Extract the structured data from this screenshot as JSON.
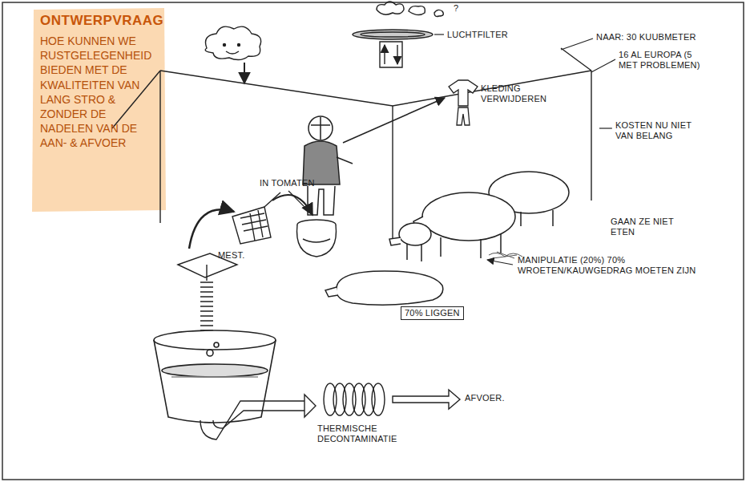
{
  "diagram": {
    "nodes": [
      {
        "text": [
          "ONTWERPVRAAG",
          "HOE KUNNEN WE RUSTGELEGENHEID BIEDEN MET DE KWALITEITEN VAN LANG STRO & ZONDER DE NADELEN VAN DE AAN- & AFVOER"
        ]
      }
    ],
    "labels": [
      "?",
      "LUCHTFILTER",
      "NAAR: 30 KUUBMETER",
      "16 AL EUROPA (5 MET PROBLEMEN)",
      "KLEDING VERWIJDEREN",
      "KOSTEN NU NIET VAN BELANG",
      "IN TOMATEN",
      "MEST.",
      "GAAN ZE NIET ETEN",
      "MANIPULATIE (20%) 70% WROETEN/KAUWGEDRAG MOETEN ZIJN",
      "70% LIGGEN",
      "THERMISCHE DECONTAMINATIE",
      "AFVOER."
    ]
  }
}
